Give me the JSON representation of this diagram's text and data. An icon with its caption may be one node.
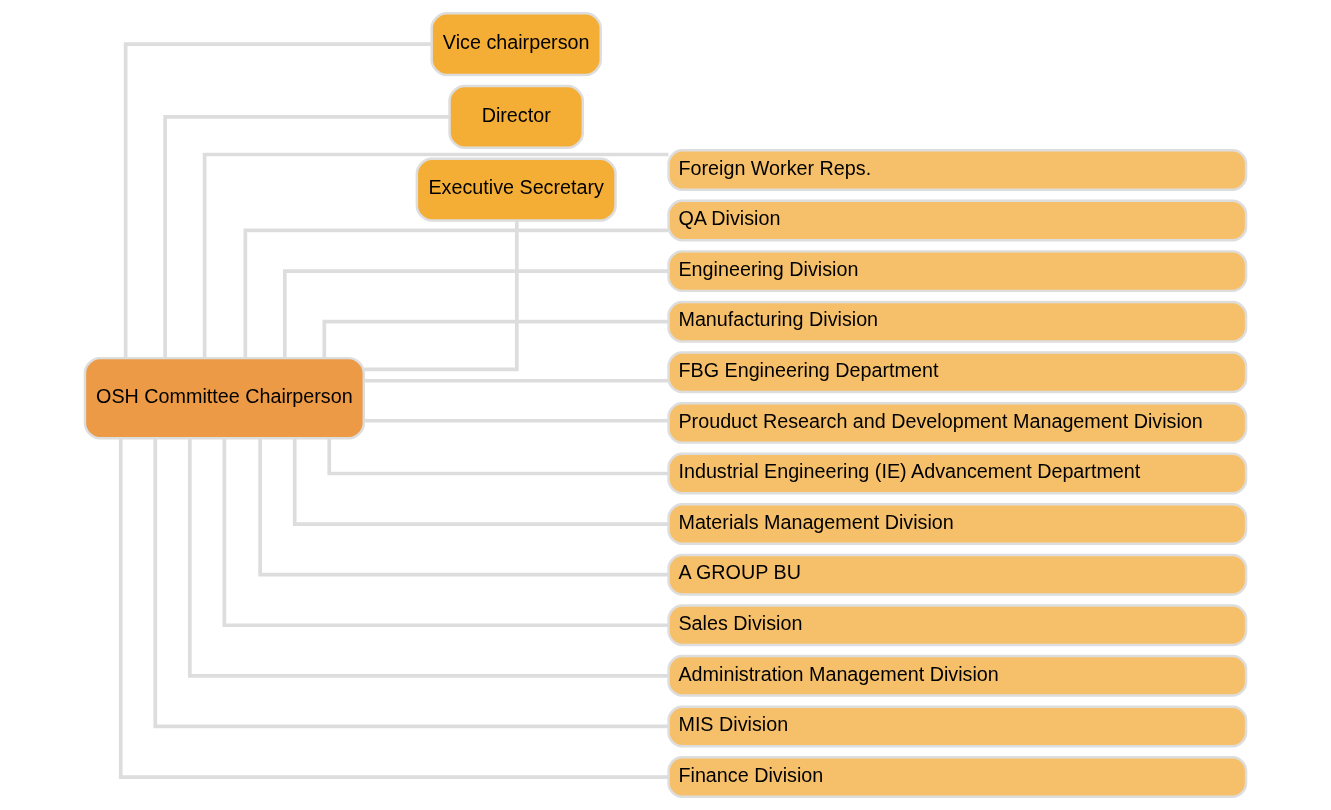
{
  "diagram": {
    "nodes": [
      {
        "text": [
          "OSH Committee Chairperson"
        ]
      },
      {
        "text": [
          "Vice chairperson"
        ]
      },
      {
        "text": [
          "Director"
        ]
      },
      {
        "text": [
          "Executive Secretary"
        ]
      },
      {
        "text": [
          "Foreign Worker Reps."
        ]
      },
      {
        "text": [
          "QA Division"
        ]
      },
      {
        "text": [
          "Engineering Division"
        ]
      },
      {
        "text": [
          "Manufacturing Division"
        ]
      },
      {
        "text": [
          "FBG Engineering Department"
        ]
      },
      {
        "text": [
          "Prouduct Research and Development Management Division"
        ]
      },
      {
        "text": [
          "Industrial Engineering (IE) Advancement Department"
        ]
      },
      {
        "text": [
          "Materials Management Division"
        ]
      },
      {
        "text": [
          "A GROUP BU"
        ]
      },
      {
        "text": [
          "Sales Division"
        ]
      },
      {
        "text": [
          "Administration Management Division"
        ]
      },
      {
        "text": [
          "MIS Division"
        ]
      },
      {
        "text": [
          "Finance Division"
        ]
      }
    ],
    "edges": [
      {
        "from": 0,
        "to": 1,
        "arrow": "none"
      },
      {
        "from": 0,
        "to": 2,
        "arrow": "none"
      },
      {
        "from": 0,
        "to": 3,
        "arrow": "none"
      },
      {
        "from": 0,
        "to": 4,
        "arrow": "none"
      },
      {
        "from": 0,
        "to": 5,
        "arrow": "none"
      },
      {
        "from": 0,
        "to": 6,
        "arrow": "none"
      },
      {
        "from": 0,
        "to": 7,
        "arrow": "none"
      },
      {
        "from": 0,
        "to": 8,
        "arrow": "none"
      },
      {
        "from": 0,
        "to": 9,
        "arrow": "none"
      },
      {
        "from": 0,
        "to": 10,
        "arrow": "none"
      },
      {
        "from": 0,
        "to": 11,
        "arrow": "none"
      },
      {
        "from": 0,
        "to": 12,
        "arrow": "none"
      },
      {
        "from": 0,
        "to": 13,
        "arrow": "none"
      },
      {
        "from": 0,
        "to": 14,
        "arrow": "none"
      },
      {
        "from": 0,
        "to": 15,
        "arrow": "none"
      },
      {
        "from": 0,
        "to": 16,
        "arrow": "none"
      }
    ]
  }
}
